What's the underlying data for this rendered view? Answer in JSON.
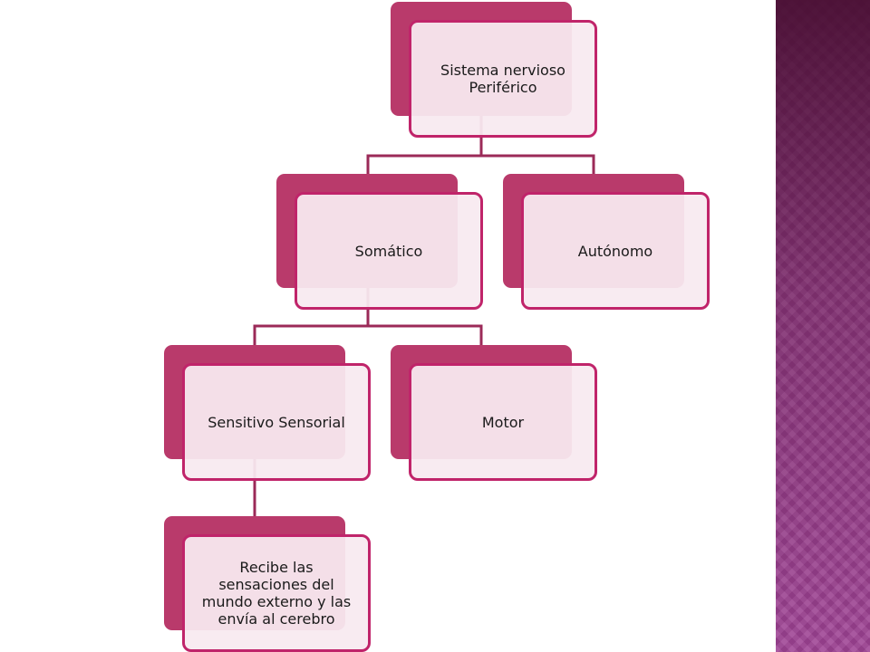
{
  "diagram": {
    "root": {
      "label": "Sistema nervioso Periférico"
    },
    "level1": [
      {
        "label": "Somático"
      },
      {
        "label": "Autónomo"
      }
    ],
    "level2": [
      {
        "label": "Sensitivo Sensorial"
      },
      {
        "label": "Motor"
      }
    ],
    "level3": [
      {
        "label": "Recibe las sensaciones del mundo externo y las envía al cerebro"
      }
    ]
  },
  "colors": {
    "back_fill": "#b93a6b",
    "front_fill": "#f8eaf0",
    "front_border": "#c0246a",
    "connector": "#9b2a58",
    "side_panel": "#8a3a80"
  }
}
